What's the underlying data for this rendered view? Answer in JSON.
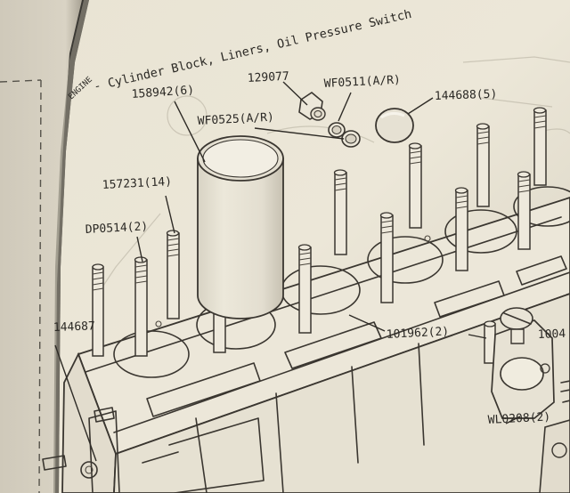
{
  "document": {
    "title": "ENGINE - Cylinder Block, Liners, Oil Pressure Switch",
    "title_prefix": "ENGINE",
    "title_rest": " - Cylinder Block, Liners, Oil Pressure Switch"
  },
  "callouts": [
    {
      "id": "c1",
      "text": "129077"
    },
    {
      "id": "c2",
      "text": "WF0511(A/R)"
    },
    {
      "id": "c3",
      "text": "144688(5)"
    },
    {
      "id": "c4",
      "text": "158942(6)"
    },
    {
      "id": "c5",
      "text": "WF0525(A/R)"
    },
    {
      "id": "c6",
      "text": "157231(14)"
    },
    {
      "id": "c7",
      "text": "DP0514(2)"
    },
    {
      "id": "c8",
      "text": "144687"
    },
    {
      "id": "c9",
      "text": "101962(2)"
    },
    {
      "id": "c10",
      "text": "1004"
    },
    {
      "id": "c11",
      "text": "WL0208(2)"
    }
  ],
  "colors": {
    "paper": "#eae5d6",
    "ink": "#2a2824",
    "shadow": "#3a3833"
  }
}
